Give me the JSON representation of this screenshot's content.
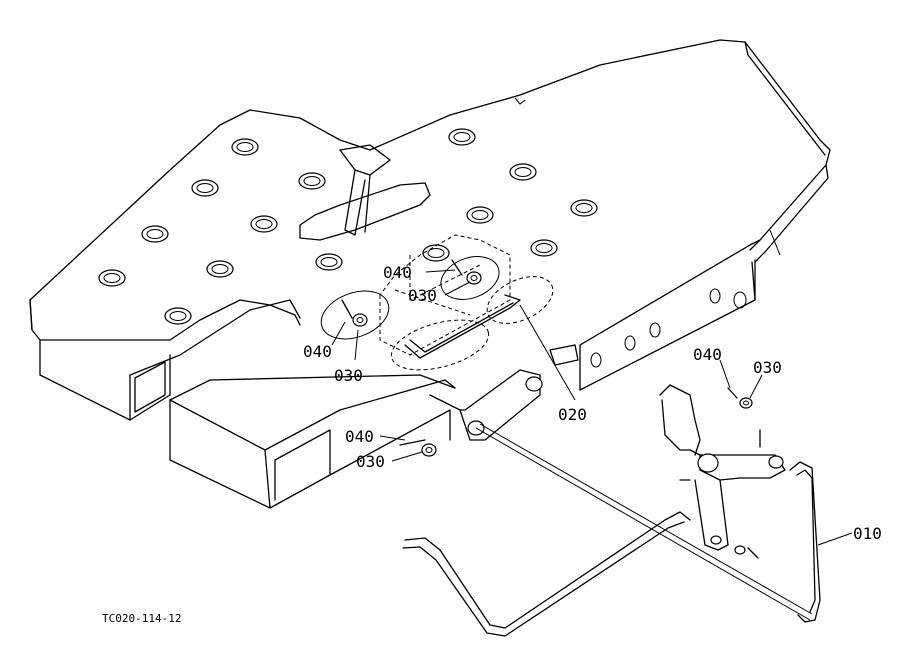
{
  "figure_id": "TC020-114-12",
  "parts": {
    "p010": "010",
    "p020": "020",
    "p030": "030",
    "p040": "040"
  }
}
